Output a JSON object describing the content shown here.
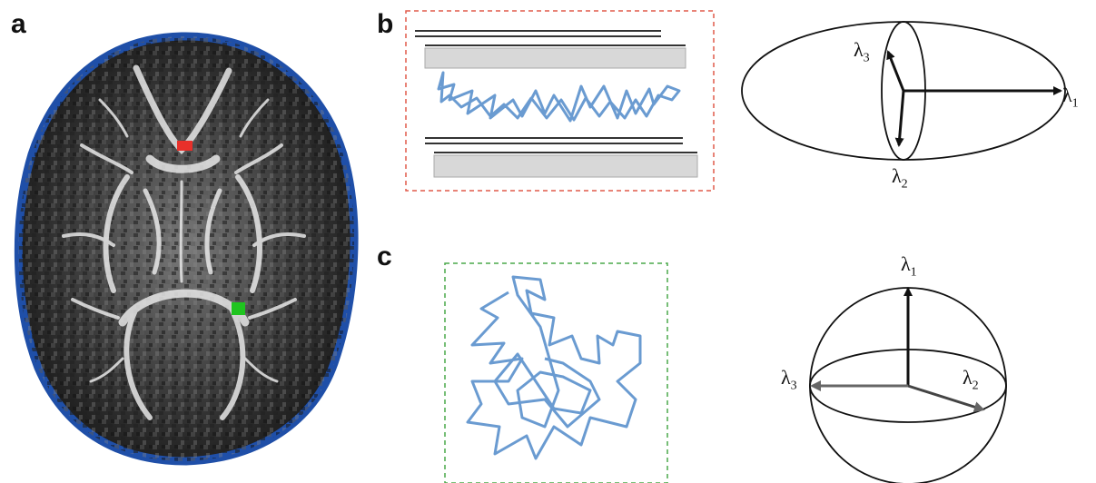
{
  "panels": {
    "a": {
      "label": "a"
    },
    "b": {
      "label": "b"
    },
    "c": {
      "label": "c"
    }
  },
  "eigen": {
    "symbol": "λ",
    "b_l1": "1",
    "b_l2": "2",
    "b_l3": "3",
    "c_l1": "1",
    "c_l2": "2",
    "c_l3": "3"
  },
  "colors": {
    "brain_outline": "#1f4fa8",
    "roi_red": "#e8302a",
    "roi_green": "#1fc41f",
    "fiber": "#6a9bd1",
    "box_b_border": "#e05a4a",
    "box_c_border": "#4aa84a"
  },
  "icons": {
    "brain": "fa-map-brain-scan",
    "ellipsoid": "anisotropic-ellipsoid",
    "sphere": "isotropic-sphere"
  }
}
